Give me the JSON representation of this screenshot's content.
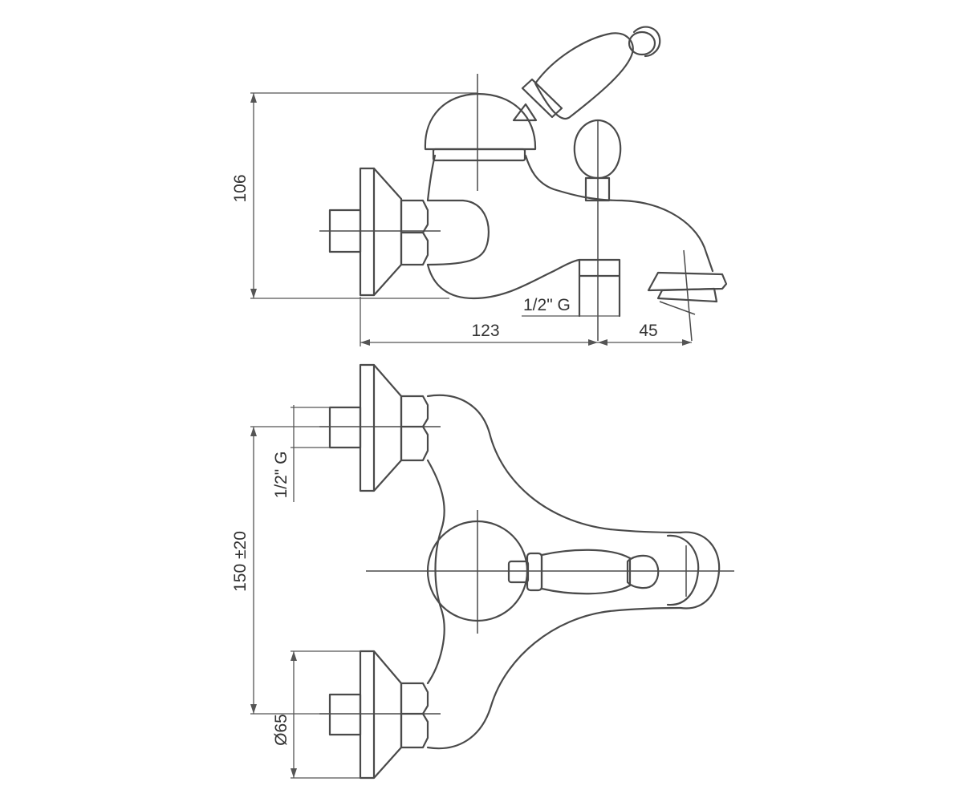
{
  "dimensions": {
    "height_overall": "106",
    "spout_offset": "123",
    "outlet_reach": "45",
    "outlet_thread": "1/2\" G",
    "inlet_thread": "1/2\" G",
    "inlet_spacing": "150 ±20",
    "flange_diameter": "Ø65"
  },
  "colors": {
    "line": "#4a4a4a",
    "dimension": "#555555",
    "text": "#333333",
    "background": "#ffffff"
  }
}
